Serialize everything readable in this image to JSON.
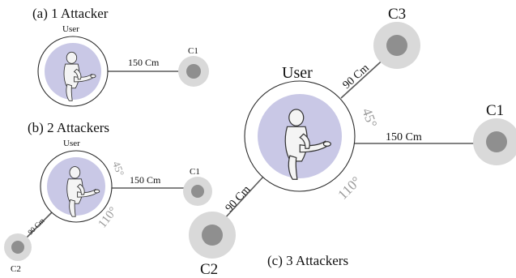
{
  "panels": {
    "a": {
      "caption": "(a) 1 Attacker",
      "user_label": "User",
      "c1_label": "C1",
      "dist_c1": "150 Cm"
    },
    "b": {
      "caption": "(b) 2 Attackers",
      "user_label": "User",
      "c1_label": "C1",
      "c2_label": "C2",
      "dist_c1": "150 Cm",
      "dist_c2": "90 Cm",
      "angle_c1": "45°",
      "angle_c2": "110°"
    },
    "c": {
      "caption": "(c) 3 Attackers",
      "user_label": "User",
      "c1_label": "C1",
      "c2_label": "C2",
      "c3_label": "C3",
      "dist_c1": "150 Cm",
      "dist_c2": "90 Cm",
      "dist_c3": "90 Cm",
      "angle_c3": "45°",
      "angle_c2": "110°"
    }
  },
  "colors": {
    "user_disc": "#c9c8e6",
    "attacker_outer": "#d9d9d9",
    "attacker_inner": "#8f8f8f",
    "angle_text": "#9a9a9a",
    "link_line": "#5a5a5a"
  }
}
